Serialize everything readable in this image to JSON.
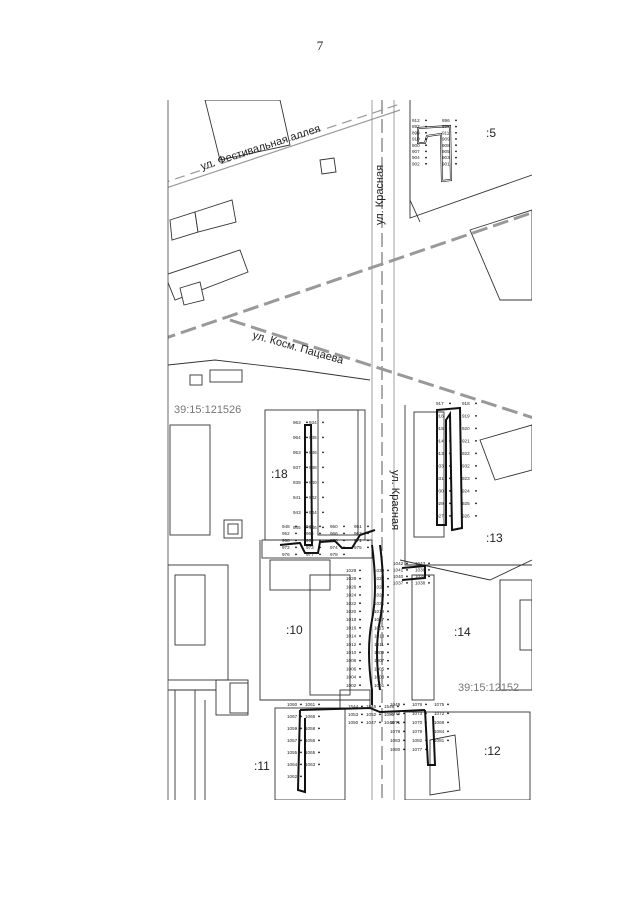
{
  "page": {
    "number": "7"
  },
  "streets": {
    "festivalnaya": "ул. Фестивальная аллея",
    "krasnaya_top": "ул. Красная",
    "kosm_patsaeva": "ул. Косм. Пацаева",
    "krasnaya_mid": "ул. Красная"
  },
  "cadastral_quarters": {
    "west": "39:15:121526",
    "east": "39:15:12152"
  },
  "plots": {
    "p5": ":5",
    "p18": ":18",
    "p13": ":13",
    "p10": ":10",
    "p14": ":14",
    "p11": ":11",
    "p12": ":12"
  },
  "points": {
    "top_group": [
      "912",
      "896",
      "897",
      "898",
      "899",
      "911",
      "910",
      "909",
      "900",
      "908",
      "907",
      "905",
      "904",
      "903",
      "902",
      "901"
    ],
    "right_group": [
      "917",
      "918",
      "916",
      "919",
      "915",
      "920",
      "914",
      "921",
      "913",
      "922",
      "933",
      "932",
      "931",
      "923",
      "930",
      "924",
      "929",
      "925",
      "927",
      "926"
    ],
    "left_group": [
      "963",
      "934",
      "964",
      "935",
      "953",
      "936",
      "937",
      "938",
      "939",
      "940",
      "941",
      "942",
      "943",
      "944",
      "945",
      "946"
    ],
    "junction_group": [
      "948",
      "949",
      "950",
      "951",
      "952",
      "965",
      "966",
      "967",
      "968",
      "969",
      "970",
      "971",
      "972",
      "973",
      "974",
      "975",
      "976",
      "977",
      "978"
    ],
    "center_column": [
      "1029",
      "1030",
      "1028",
      "1027",
      "1026",
      "1025",
      "1024",
      "1023",
      "1022",
      "1021",
      "1020",
      "1019",
      "1018",
      "1017",
      "1016",
      "1015",
      "1014",
      "1013",
      "1012",
      "1011",
      "1010",
      "1009",
      "1008",
      "1007",
      "1006",
      "1005",
      "1004",
      "1003",
      "1002",
      "1001"
    ],
    "east_small": [
      "1042",
      "1043",
      "1041",
      "1036",
      "1040",
      "1039",
      "1037",
      "1038"
    ],
    "bottom_left": [
      "1060",
      "1061",
      "1067",
      "1066",
      "1059",
      "1058",
      "1057",
      "1056",
      "1055",
      "1065",
      "1064",
      "1063",
      "1062"
    ],
    "bottom_mid": [
      "1544",
      "1545",
      "1546",
      "1053",
      "1052",
      "1051",
      "1050",
      "1047",
      "1048"
    ],
    "bottom_right": [
      "1049",
      "1076",
      "1075",
      "1074",
      "1073",
      "1072",
      "1071",
      "1070",
      "1069",
      "1078",
      "1079",
      "1084",
      "1083",
      "1082",
      "1081",
      "1080",
      "1077"
    ]
  }
}
